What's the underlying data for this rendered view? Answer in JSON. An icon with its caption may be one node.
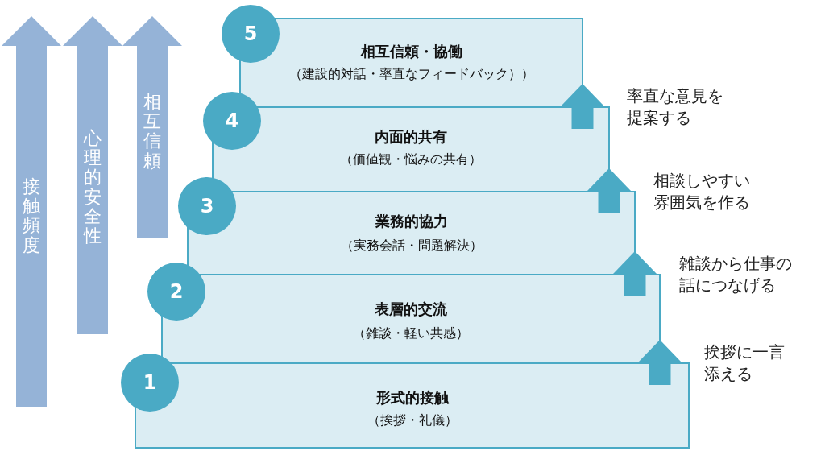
{
  "diagram": {
    "nodes": [
      {
        "text": [
          "接触頻度"
        ]
      },
      {
        "text": [
          "心理的安全性"
        ]
      },
      {
        "text": [
          "相互信頼"
        ]
      },
      {
        "text": [
          "形式的接触",
          "（挨拶・礼儀）"
        ]
      },
      {
        "text": [
          "表層的交流",
          "（雑談・軽い共感）"
        ]
      },
      {
        "text": [
          "業務的協力",
          "（実務会話・問題解決）"
        ]
      },
      {
        "text": [
          "内面的共有",
          "（価値観・悩みの共有）"
        ]
      },
      {
        "text": [
          "相互信頼・協働",
          "（建設的対話・率直なフィードバック））"
        ]
      },
      {
        "text": [
          "1"
        ]
      },
      {
        "text": [
          "2"
        ]
      },
      {
        "text": [
          "3"
        ]
      },
      {
        "text": [
          "4"
        ]
      },
      {
        "text": [
          "5"
        ]
      }
    ],
    "edges": [
      {
        "from": 3,
        "to": 4,
        "arrow": "to",
        "label": "挨拶に一言添える"
      },
      {
        "from": 4,
        "to": 5,
        "arrow": "to",
        "label": "雑談から仕事の話につなげる"
      },
      {
        "from": 5,
        "to": 6,
        "arrow": "to",
        "label": "相談しやすい雰囲気を作る"
      },
      {
        "from": 6,
        "to": 7,
        "arrow": "to",
        "label": "率直な意見を提案する"
      }
    ]
  }
}
